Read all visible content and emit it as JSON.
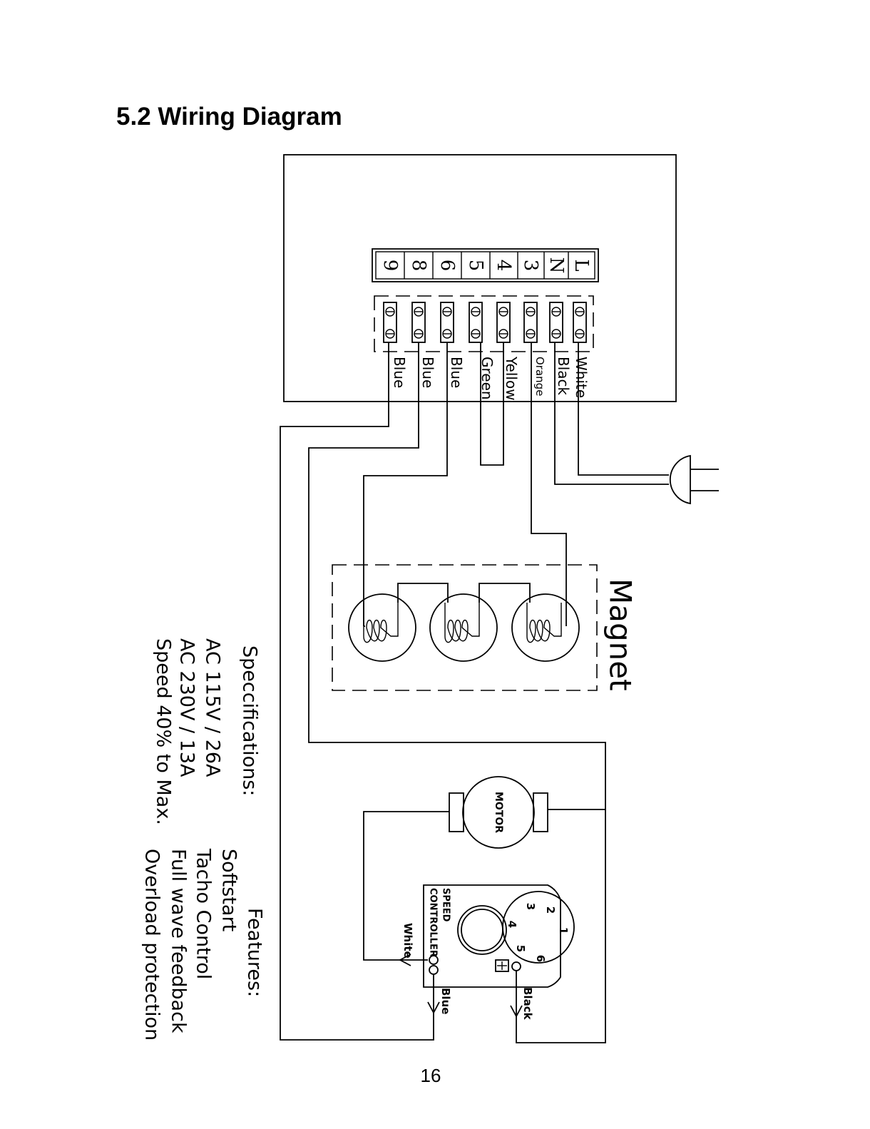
{
  "page": {
    "title": "5.2 Wiring Diagram",
    "number": "16"
  },
  "terminals": [
    "L",
    "N",
    "3",
    "4",
    "5",
    "6",
    "8",
    "9"
  ],
  "wires": [
    "White",
    "Black",
    "Orange",
    "Yellow",
    "Green",
    "Blue",
    "Blue",
    "Blue"
  ],
  "magnet": {
    "label": "Magnet"
  },
  "motor": {
    "label": "MOTOR"
  },
  "speed_controller": {
    "label_line1": "SPEED",
    "label_line2": "CONTROLLER",
    "dial": [
      "1",
      "2",
      "3",
      "4",
      "5",
      "6"
    ],
    "wire_white": "White",
    "wire_blue": "Blue",
    "wire_black": "Black"
  },
  "specifications": {
    "heading": "Speccifications:",
    "lines": [
      "AC  115V  /  26A",
      "AC  230V  /  13A",
      "Speed  40%  to  Max."
    ]
  },
  "features": {
    "heading": "Features:",
    "lines": [
      "Softstart",
      "Tacho  Control",
      "Full  wave  feedback",
      "Overload  protection"
    ]
  }
}
